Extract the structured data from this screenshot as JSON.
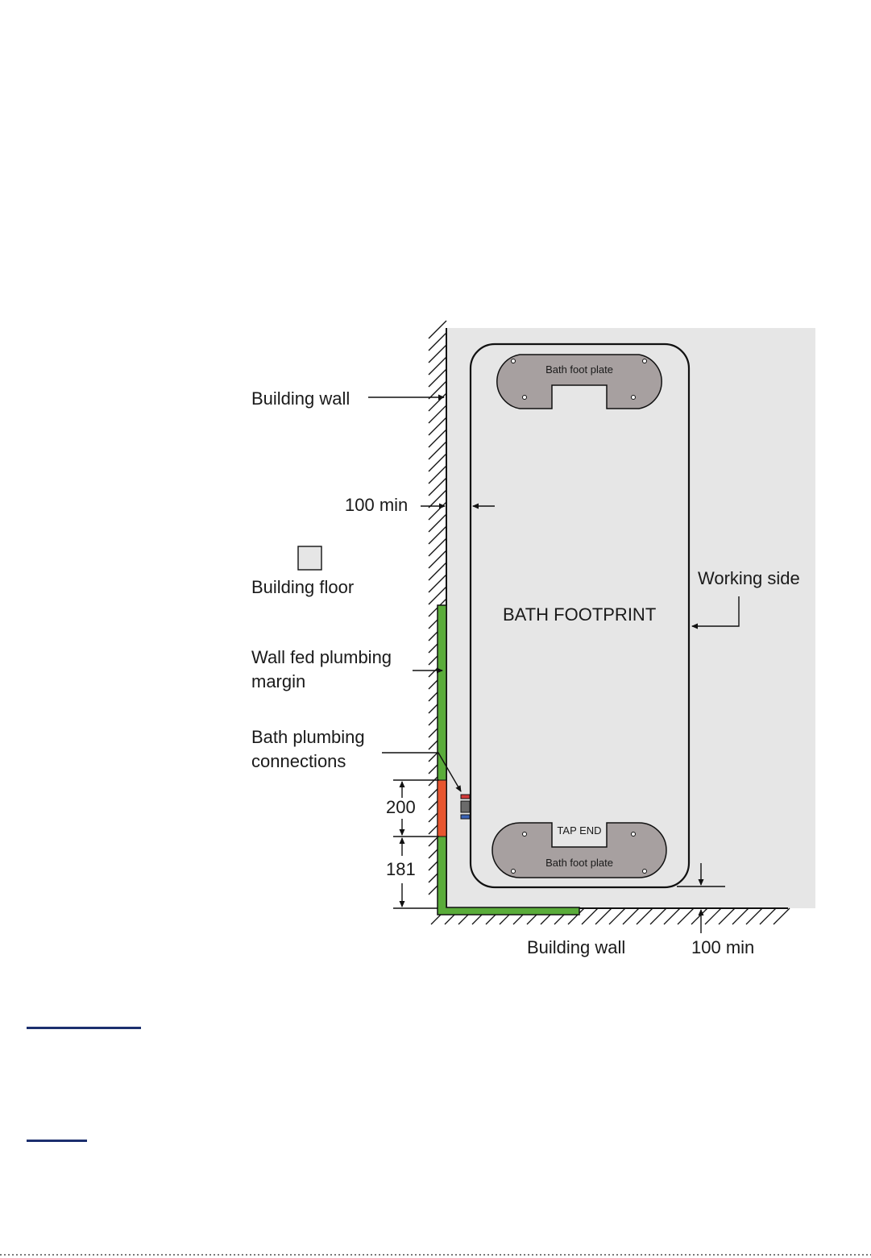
{
  "diagram": {
    "labels": {
      "building_wall_left": "Building wall",
      "min_clearance_side": "100 min",
      "legend_floor": "Building floor",
      "plumbing_margin_line1": "Wall fed plumbing",
      "plumbing_margin_line2": "margin",
      "plumbing_connections_line1": "Bath plumbing",
      "plumbing_connections_line2": "connections",
      "dim_200": "200",
      "dim_181": "181",
      "building_wall_bottom": "Building wall",
      "min_clearance_bottom": "100 min",
      "working_side": "Working side",
      "bath_footprint": "BATH FOOTPRINT",
      "foot_plate_top": "Bath foot plate",
      "foot_plate_bottom": "Bath foot plate",
      "tap_end": "TAP END"
    },
    "colors": {
      "floor": "#e6e6e6",
      "foot_plate": "#a7a0a0",
      "plumbing_margin": "#5aac3a",
      "connection_zone": "#e8552e",
      "hot_pipe": "#d23a3a",
      "cold_pipe": "#3b63b6",
      "waste_pipe": "#6b6b6b",
      "link_underline": "#1c2f6e"
    }
  }
}
